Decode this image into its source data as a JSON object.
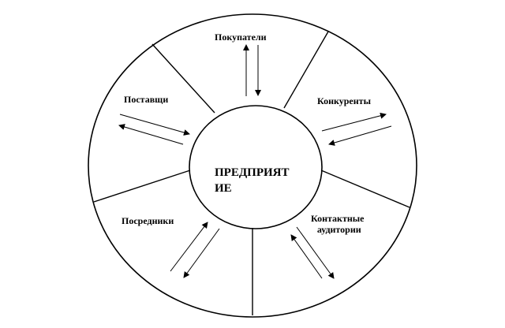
{
  "diagram": {
    "center": {
      "line1": "ПРЕДПРИЯТ",
      "line2": "ИЕ"
    },
    "segments": {
      "buyers": "Покупатели",
      "competitors": "Конкуренты",
      "contact_audiences_line1": "Контактные",
      "contact_audiences_line2": "аудитории",
      "intermediaries": "Посредники",
      "suppliers": "Поставщи"
    }
  }
}
